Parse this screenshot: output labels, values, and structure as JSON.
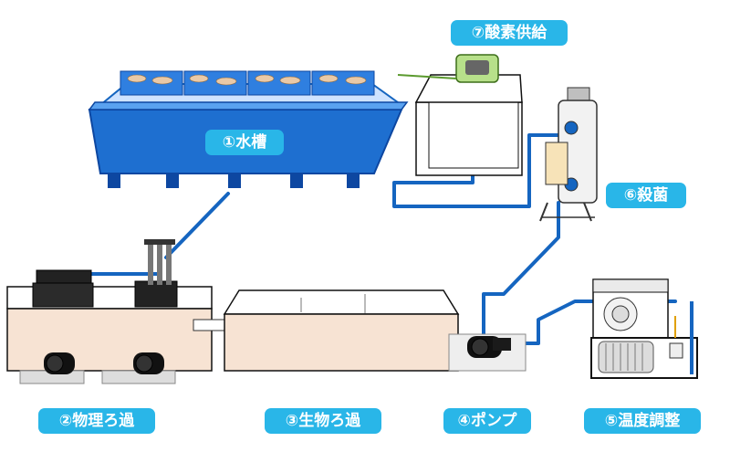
{
  "colors": {
    "badge": "#29b6e8",
    "pipe": "#1565c0",
    "tank": "#1e6fd0",
    "tank_dark": "#0d47a1",
    "bio_tank": "#f7e3d3",
    "pump": "#111111",
    "frame": "#111111"
  },
  "labels": {
    "tank": "①水槽",
    "physical_filter": "②物理ろ過",
    "bio_filter": "③生物ろ過",
    "pump": "④ポンプ",
    "temp_control": "⑤温度調整",
    "sterilization": "⑥殺菌",
    "oxygen": "⑦酸素供給"
  },
  "icons": {
    "tank": "fish-tank-icon",
    "physical_filter": "filter-tank-icon",
    "bio_filter": "bio-filter-tank-icon",
    "pump": "water-pump-icon",
    "temp_control": "chiller-unit-icon",
    "sterilization": "uv-sterilizer-icon",
    "oxygen": "air-pump-icon"
  }
}
